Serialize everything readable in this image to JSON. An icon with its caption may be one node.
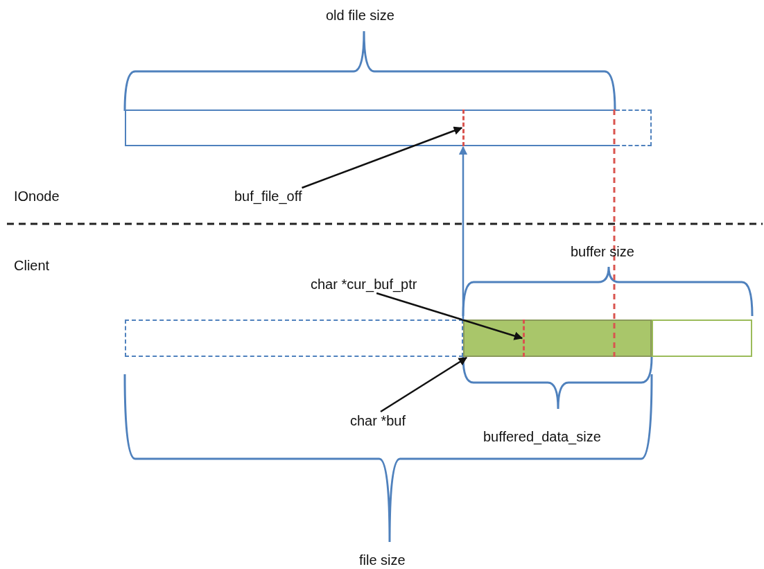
{
  "diagram": {
    "nodes": [
      {
        "text": [],
        "shape": "bar"
      },
      {
        "text": [],
        "shape": "line",
        "in": 0
      },
      {
        "text": [],
        "shape": "box"
      },
      {
        "text": [
          "buf_file_off"
        ]
      },
      {
        "text": [
          "char *cur_buf_ptr"
        ]
      },
      {
        "text": [],
        "shape": "box"
      },
      {
        "text": [],
        "shape": "bar"
      },
      {
        "text": [],
        "shape": "line",
        "in": 6
      },
      {
        "text": [],
        "shape": "box"
      },
      {
        "text": [
          "char *buf"
        ]
      }
    ],
    "edges": [
      {
        "from": 3,
        "to": 1,
        "arrow": "to"
      },
      {
        "from": 4,
        "to": 7,
        "arrow": "to"
      },
      {
        "from": 9,
        "to": 6,
        "arrow": "to"
      },
      {
        "from": 6,
        "to": 0,
        "arrow": "to",
        "color": "#4f81bd"
      }
    ],
    "labels": [
      "old file size",
      "IOnode",
      "Client",
      "buffer size",
      "buffered_data_size",
      "file size"
    ]
  }
}
